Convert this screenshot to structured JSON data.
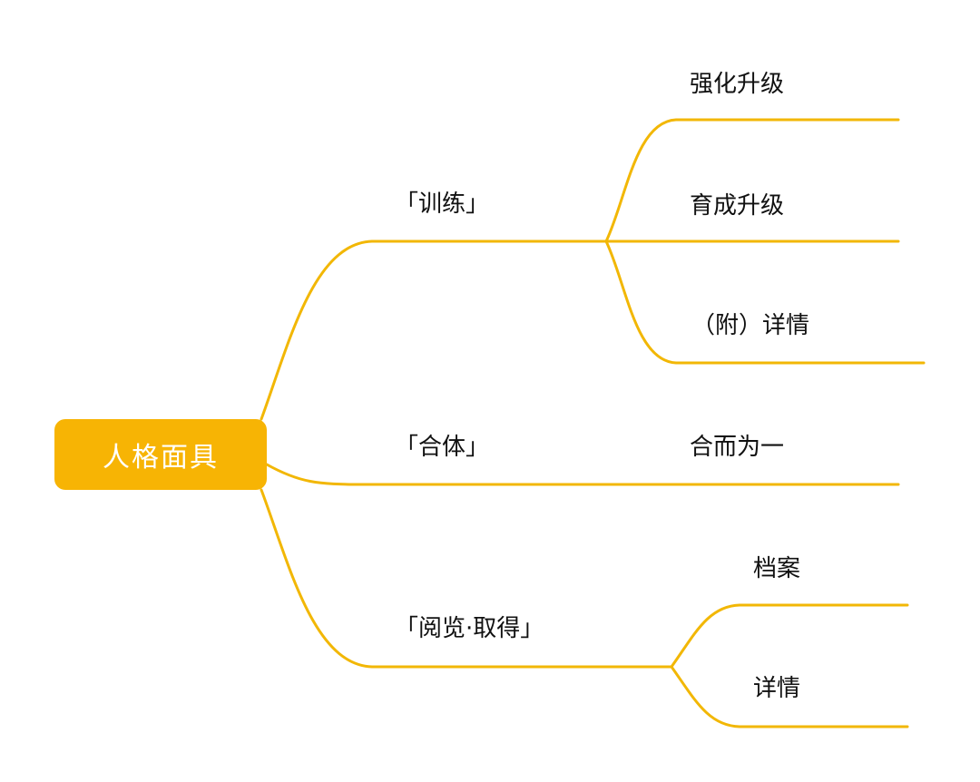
{
  "colors": {
    "branch": "#F2B705",
    "root_fill": "#F7B404",
    "root_text": "#FFFFFF",
    "label_text": "#111111",
    "background": "#FFFFFF"
  },
  "root": {
    "label": "人格面具"
  },
  "branches": [
    {
      "label": "「训练」",
      "children": [
        {
          "label": "强化升级"
        },
        {
          "label": "育成升级"
        },
        {
          "label": "（附）详情"
        }
      ]
    },
    {
      "label": "「合体」",
      "children": [
        {
          "label": "合而为一"
        }
      ]
    },
    {
      "label": "「阅览·取得」",
      "children": [
        {
          "label": "档案"
        },
        {
          "label": "详情"
        }
      ]
    }
  ]
}
